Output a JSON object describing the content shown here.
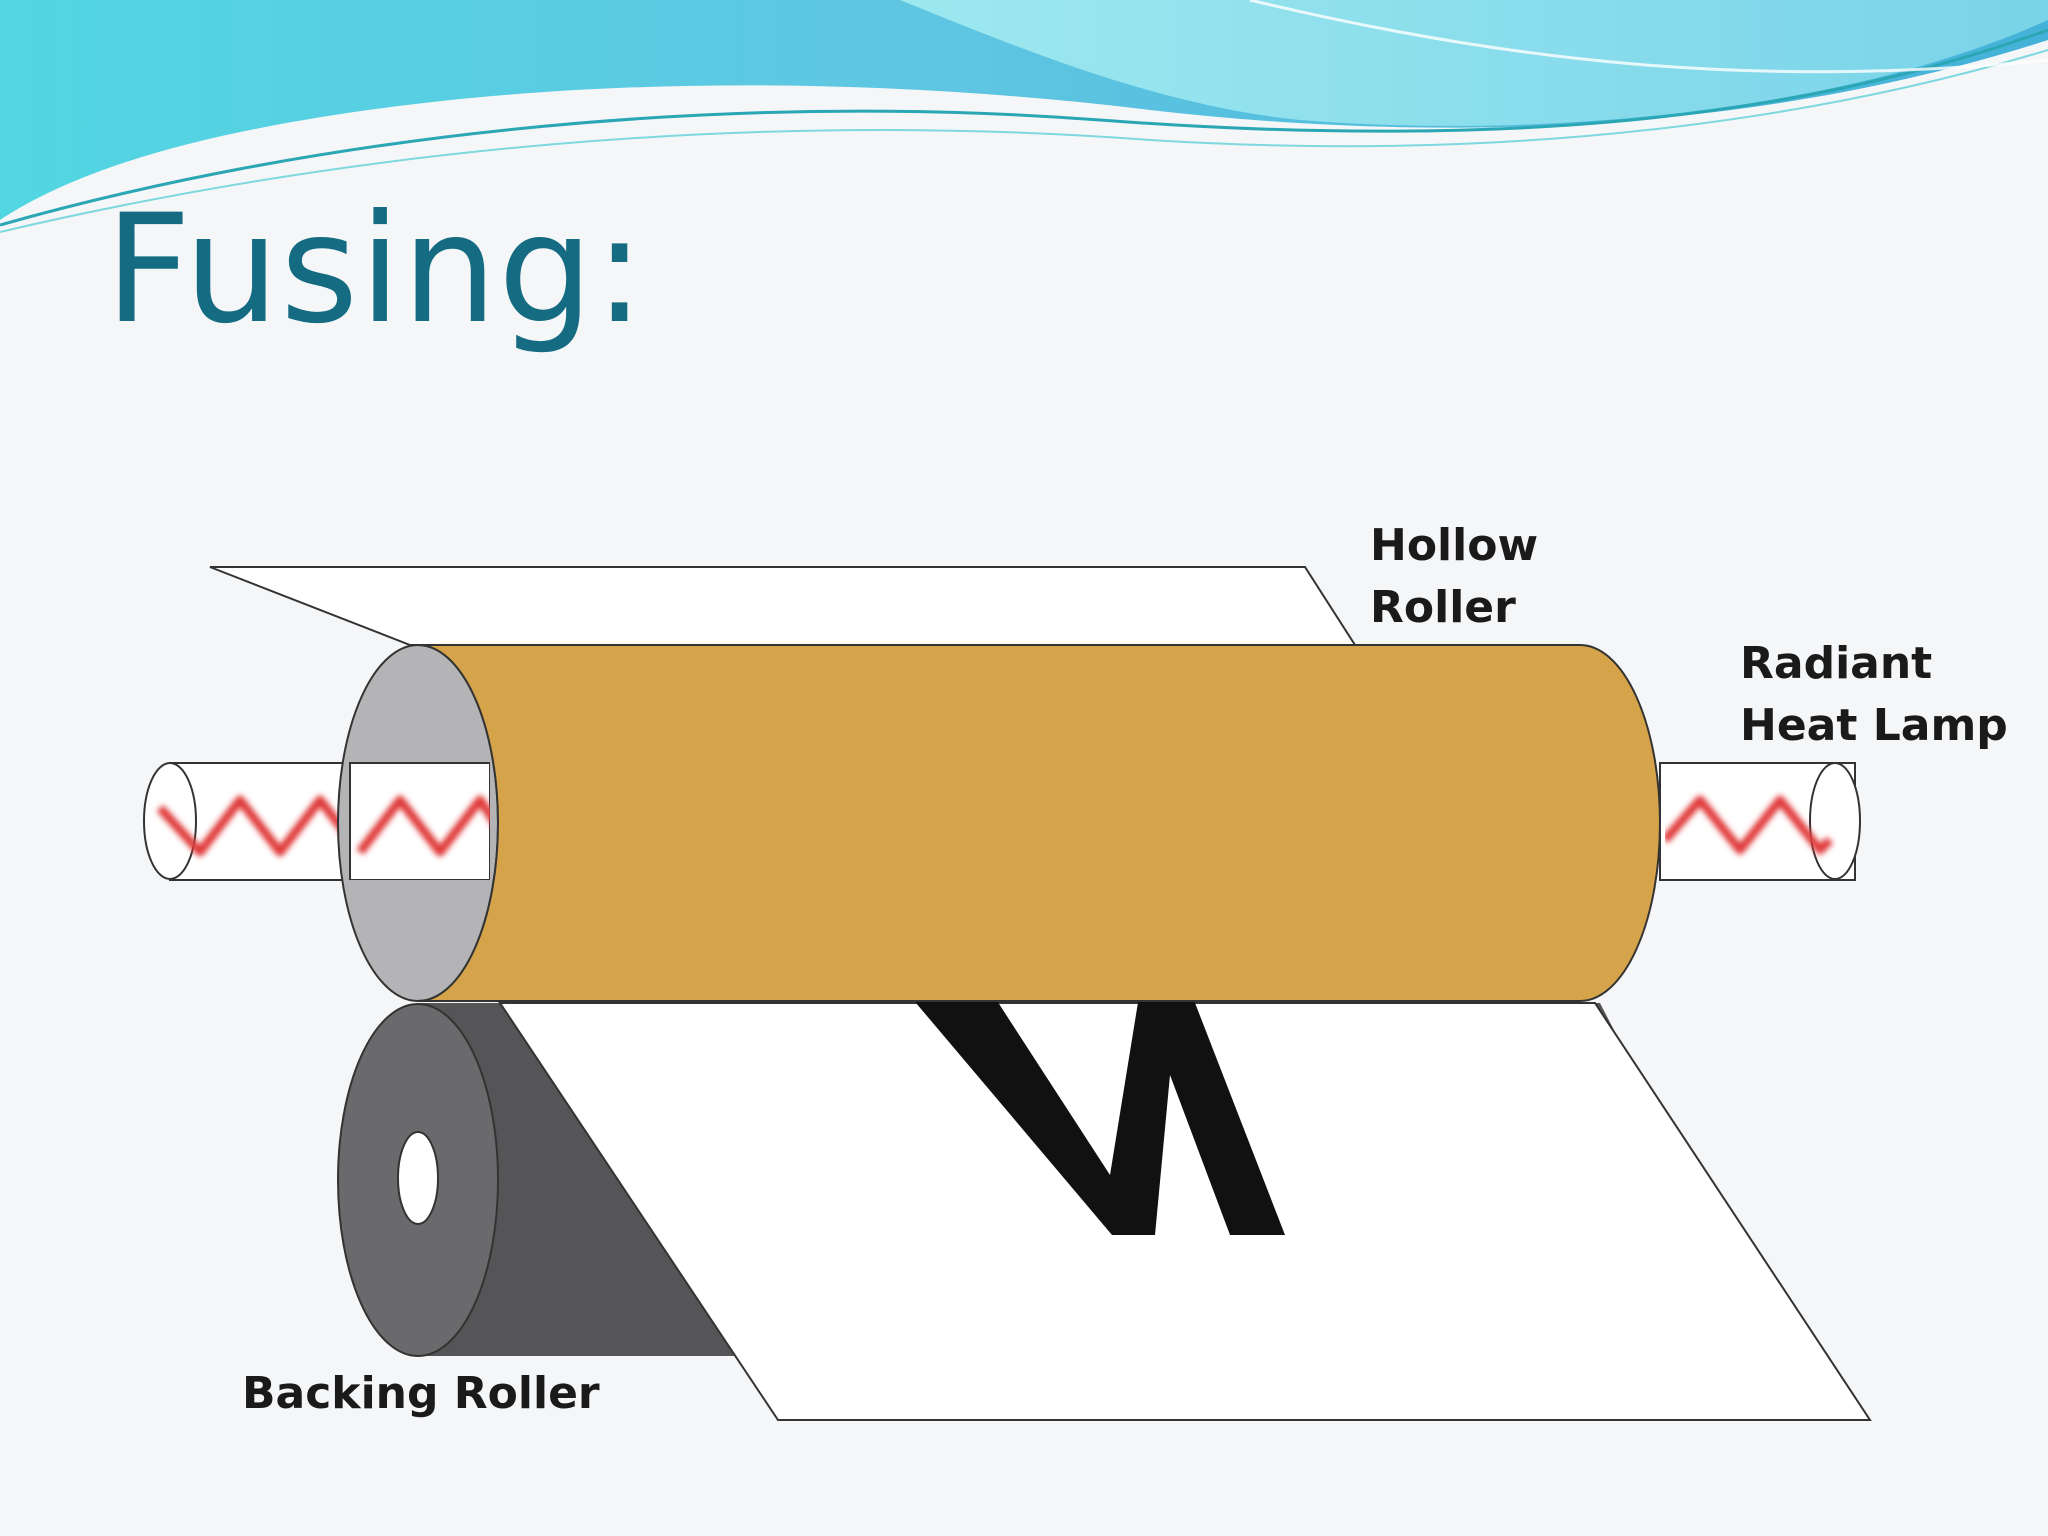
{
  "slide": {
    "title": "Fusing:"
  },
  "diagram": {
    "labels": {
      "hollow_roller_line1": "Hollow",
      "hollow_roller_line2": "Roller",
      "radiant_heat_lamp_line1": "Radiant",
      "radiant_heat_lamp_line2": "Heat Lamp",
      "backing_roller": "Backing Roller"
    },
    "colors": {
      "title": "#156c82",
      "hollow_roller": "#d4a34a",
      "backing_roller": "#5e5d60",
      "heating_coil": "#e03a3a",
      "paper": "#ffffff",
      "wave_accent": "#4ccfe0"
    }
  }
}
